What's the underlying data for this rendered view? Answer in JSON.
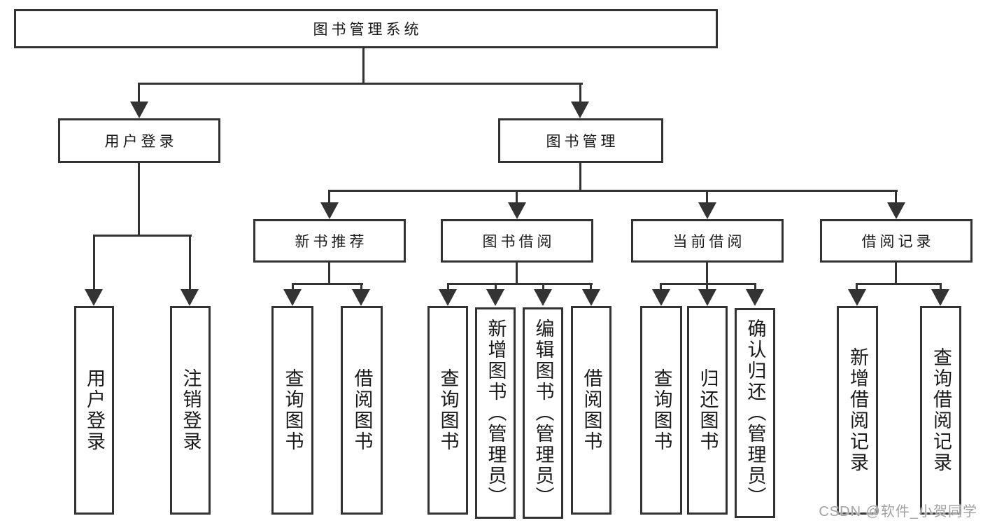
{
  "diagram": {
    "root_label": "图书管理系统",
    "user_branch": {
      "label": "用户登录",
      "children": [
        "用户登录",
        "注销登录"
      ]
    },
    "book_branch": {
      "label": "图书管理",
      "modules": [
        {
          "label": "新书推荐",
          "children": [
            "查询图书",
            "借阅图书"
          ]
        },
        {
          "label": "图书借阅",
          "children": [
            "查询图书",
            "新增图书（管理员）",
            "编辑图书（管理员）",
            "借阅图书"
          ]
        },
        {
          "label": "当前借阅",
          "children": [
            "查询图书",
            "归还图书",
            "确认归还（管理员）"
          ]
        },
        {
          "label": "借阅记录",
          "children": [
            "新增借阅记录",
            "查询借阅记录"
          ]
        }
      ]
    }
  },
  "watermark": {
    "text": "CSDN @软件_小贺同学"
  },
  "colors": {
    "line": "#333333",
    "text": "#1a1a1a",
    "background": "#ffffff",
    "watermark": "#a2a2a2"
  }
}
